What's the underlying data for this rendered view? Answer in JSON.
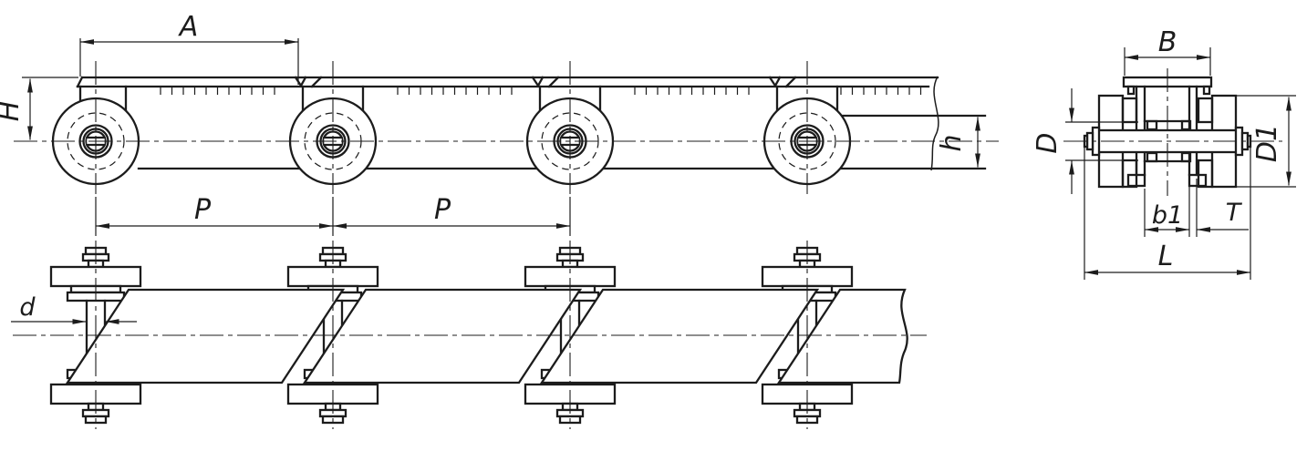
{
  "colors": {
    "background": "#ffffff",
    "line": "#1c1c1c"
  },
  "labels": {
    "side": {
      "A": "A",
      "H": "H",
      "P1": "P",
      "P2": "P",
      "h": "h"
    },
    "plan": {
      "d": "d"
    },
    "section": {
      "B": "B",
      "D": "D",
      "D1": "D1",
      "b1": "b1",
      "T": "T",
      "L": "L"
    }
  }
}
